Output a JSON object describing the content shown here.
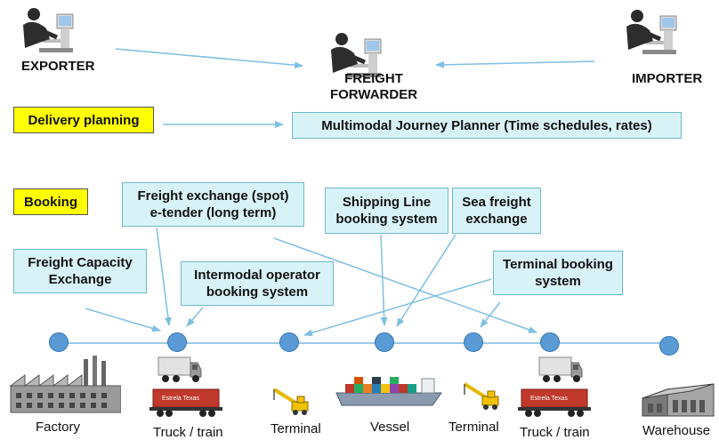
{
  "actors": {
    "exporter": "EXPORTER",
    "forwarder_line1": "FREIGHT",
    "forwarder_line2": "FORWARDER",
    "importer": "IMPORTER"
  },
  "sections": {
    "delivery_planning": "Delivery planning",
    "booking": "Booking"
  },
  "planner": "Multimodal Journey Planner  (Time schedules,  rates)",
  "systems": {
    "freight_exchange_line1": "Freight exchange (spot)",
    "freight_exchange_line2": "e-tender (long term)",
    "shipping_line_line1": "Shipping Line",
    "shipping_line_line2": "booking system",
    "sea_freight_line1": "Sea freight",
    "sea_freight_line2": "exchange",
    "capacity_line1": "Freight Capacity",
    "capacity_line2": "Exchange",
    "intermodal_line1": "Intermodal operator",
    "intermodal_line2": "booking system",
    "terminal_booking_line1": "Terminal booking",
    "terminal_booking_line2": "system"
  },
  "stages": [
    "Factory",
    "Truck / train",
    "Terminal",
    "Vessel",
    "Terminal",
    "Truck / train",
    "Warehouse"
  ],
  "container_text": "Estrela Texas",
  "icons": [
    "person-at-computer-icon",
    "factory-icon",
    "truck-icon",
    "train-wagon-icon",
    "crane-icon",
    "ship-icon",
    "warehouse-icon"
  ],
  "colors": {
    "yellow": "#ffff00",
    "cyan_box": "#d8f3f8",
    "node": "#5b9bd5",
    "arrow": "#7fbfe0"
  }
}
